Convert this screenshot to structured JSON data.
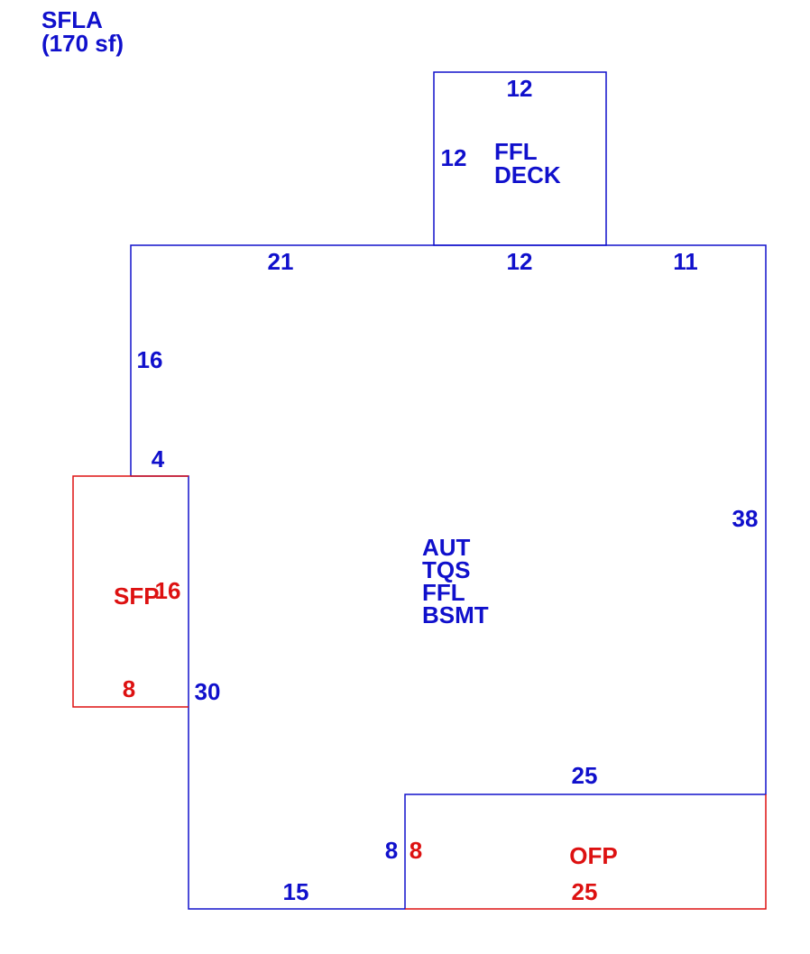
{
  "header": {
    "title": "SFLA",
    "area": "(170 sf)"
  },
  "colors": {
    "main": "#1010cc",
    "porch": "#dd1111"
  },
  "deck": {
    "lines": [
      "FFL",
      "DECK"
    ],
    "top": "12",
    "side": "12"
  },
  "main": {
    "lines": [
      "AUT",
      "TQS",
      "FFL",
      "BSMT"
    ],
    "top_left": "21",
    "top_mid": "12",
    "top_right": "11",
    "left_upper": "16",
    "step": "4",
    "right": "38",
    "left_lower": "30",
    "bottom": "15",
    "porch_top": "25",
    "porch_side": "8"
  },
  "sfp": {
    "label": "SFP",
    "side": "16",
    "bottom": "8"
  },
  "ofp": {
    "label": "OFP",
    "side": "8",
    "bottom": "25"
  }
}
